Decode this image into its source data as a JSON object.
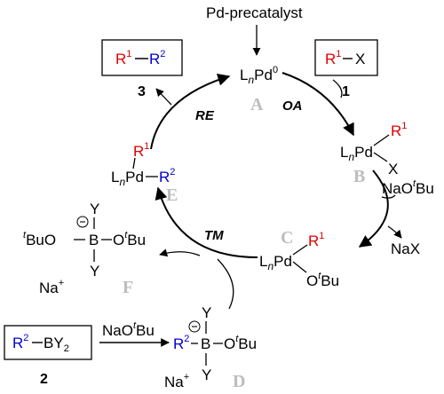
{
  "precatalyst": "Pd-precatalyst",
  "species": {
    "A": {
      "letter": "A",
      "prefix": "L",
      "sub": "n",
      "metal": "Pd",
      "sup": "0"
    },
    "B": {
      "letter": "B",
      "r1": "R",
      "r1sup": "1",
      "x": "X"
    },
    "C": {
      "letter": "C",
      "r1": "R",
      "r1sup": "1",
      "otbu_o": "O",
      "otbu_t": "t",
      "otbu_bu": "Bu"
    },
    "D": {
      "letter": "D",
      "y": "Y",
      "r2": "R",
      "r2sup": "2",
      "b": "B",
      "o": "O",
      "t": "t",
      "bu": "Bu",
      "na": "Na",
      "plus": "+"
    },
    "E": {
      "letter": "E",
      "r1": "R",
      "r1sup": "1",
      "r2": "R",
      "r2sup": "2"
    },
    "F": {
      "letter": "F",
      "y": "Y",
      "tbu_t": "t",
      "tbu_bu": "BuO",
      "b": "B",
      "o": "O",
      "t": "t",
      "bu": "Bu",
      "na": "Na",
      "plus": "+"
    }
  },
  "compounds": {
    "c1": {
      "number": "1",
      "r": "R",
      "sup": "1",
      "x": "X"
    },
    "c2": {
      "number": "2",
      "r": "R",
      "sup": "2",
      "by": "BY",
      "sub": "2"
    },
    "c3": {
      "number": "3",
      "r1": "R",
      "sup1": "1",
      "r2": "R",
      "sup2": "2"
    }
  },
  "steps": {
    "oa": "OA",
    "re": "RE",
    "tm": "TM"
  },
  "reagents": {
    "naotbu": {
      "na": "NaO",
      "t": "t",
      "bu": "Bu"
    },
    "nax": "NaX"
  }
}
